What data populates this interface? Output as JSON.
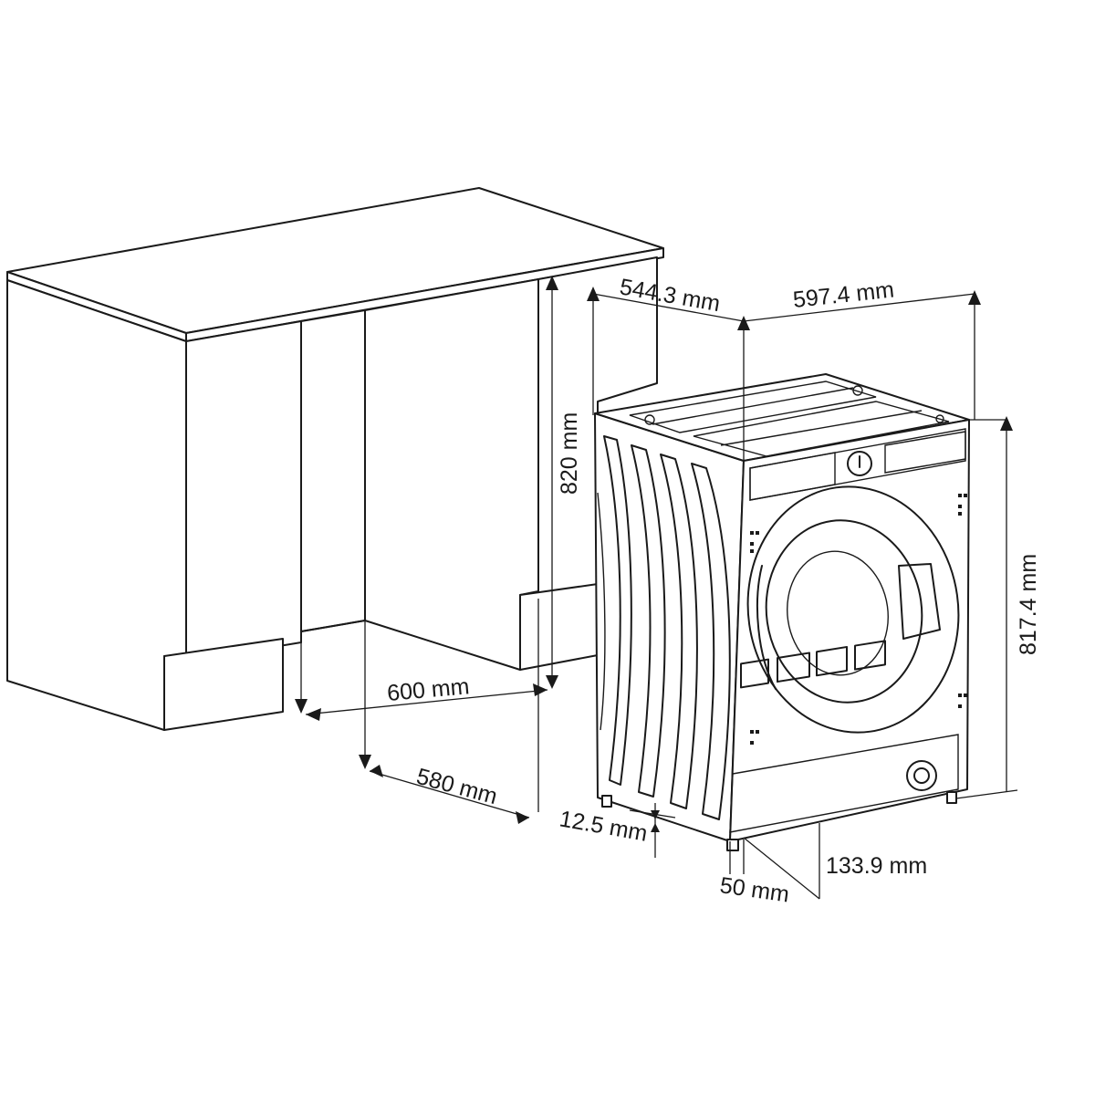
{
  "dimensions": {
    "depth_machine": "544.3 mm",
    "width_machine": "597.4 mm",
    "height_niche": "820 mm",
    "height_machine": "817.4 mm",
    "width_niche": "600 mm",
    "depth_niche": "580 mm",
    "foot_height": "12.5 mm",
    "front_offset": "50 mm",
    "plinth_height": "133.9 mm"
  }
}
